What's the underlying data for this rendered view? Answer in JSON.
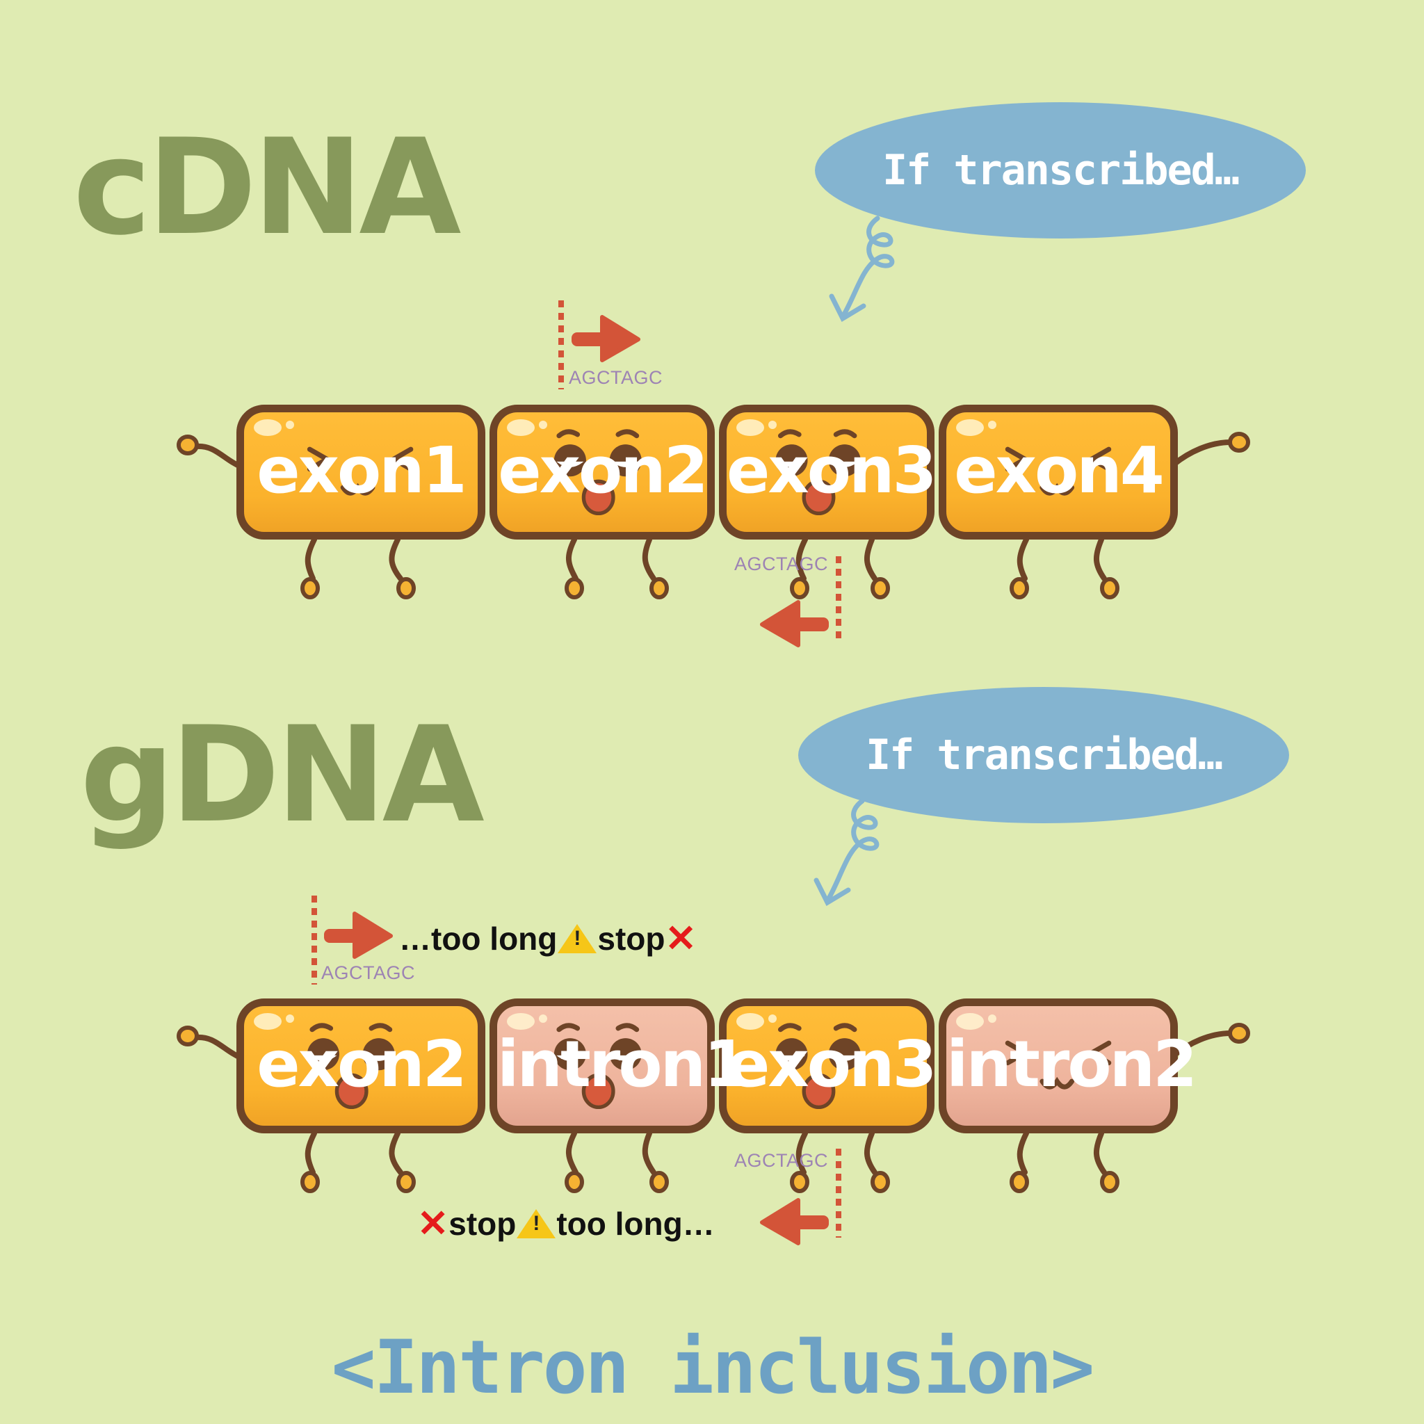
{
  "sections": {
    "cdna": {
      "title": "cDNA",
      "bubble": "If transcribed…",
      "segments": [
        "exon1",
        "exon2",
        "exon3",
        "exon4"
      ],
      "forward_primer_seq": "AGCTAGC",
      "reverse_primer_seq": "AGCTAGC"
    },
    "gdna": {
      "title": "gDNA",
      "bubble": "If transcribed…",
      "segments": [
        "exon2",
        "intron1",
        "exon3",
        "intron2"
      ],
      "forward_primer_seq": "AGCTAGC",
      "reverse_primer_seq": "AGCTAGC",
      "forward_note": {
        "lead": "…too long",
        "warn": "!",
        "end": "stop",
        "x": "✕"
      },
      "reverse_note": {
        "x": "✕",
        "start": "stop",
        "warn": "!",
        "tail": "too long…"
      }
    }
  },
  "footer": "<Intron inclusion>",
  "colors": {
    "background": "#dfebb2",
    "title": "#87995b",
    "bubble": "#84b4d0",
    "exon": "#fbb22c",
    "intron": "#eeb39c",
    "outline": "#6e4427",
    "arrow": "#d35438",
    "footer": "#6da1c4",
    "stop": "#e51b1b",
    "warning": "#f6c618"
  },
  "icons": [
    "curly-arrow-icon",
    "forward-arrow-icon",
    "reverse-arrow-icon",
    "warning-icon",
    "stop-x-icon"
  ]
}
